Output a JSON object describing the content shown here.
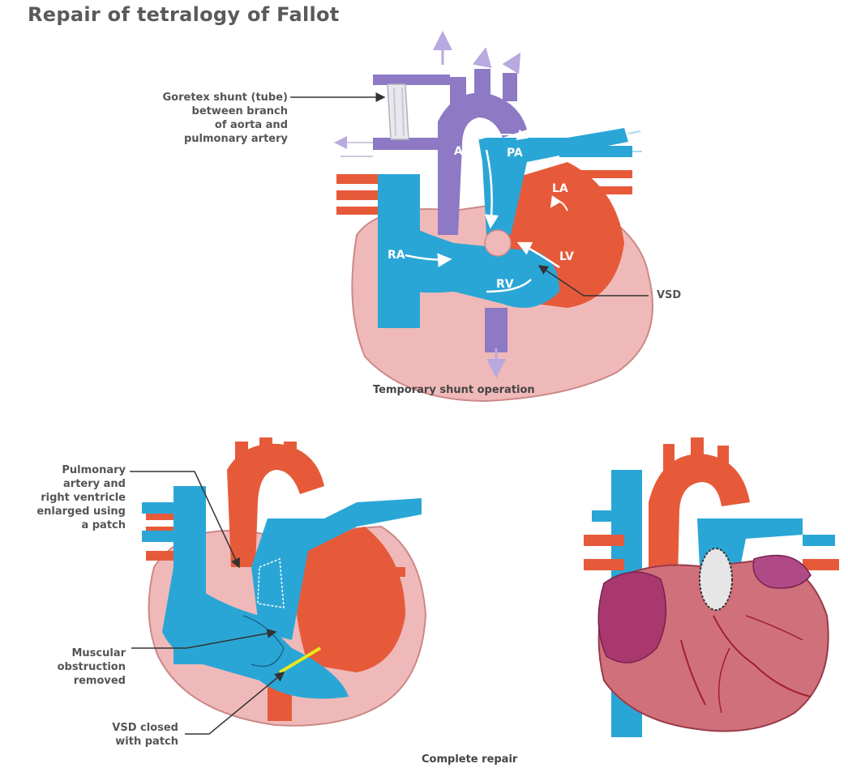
{
  "title": "Repair of tetralogy of Fallot",
  "top_diagram": {
    "caption": "Temporary shunt operation",
    "shunt_label": [
      "Goretex shunt (tube)",
      "between branch",
      "of aorta and",
      "pulmonary artery"
    ],
    "vsd_label": "VSD",
    "chambers": {
      "ao": "Ao",
      "pa": "PA",
      "la": "LA",
      "ra": "RA",
      "rv": "RV",
      "lv": "LV"
    }
  },
  "bottom_left": {
    "patch_label": [
      "Pulmonary",
      "artery and",
      "right ventricle",
      "enlarged using",
      "a patch"
    ],
    "obstruction_label": [
      "Muscular",
      "obstruction",
      "removed"
    ],
    "vsd_closed_label": [
      "VSD closed",
      "with patch"
    ]
  },
  "bottom_caption": "Complete repair",
  "colors": {
    "blue": "#2aa6d6",
    "orange": "#e65a3a",
    "purple": "#8d79c4",
    "pink": "#f0b9b9",
    "patch_yellow": "#e8e81a"
  }
}
